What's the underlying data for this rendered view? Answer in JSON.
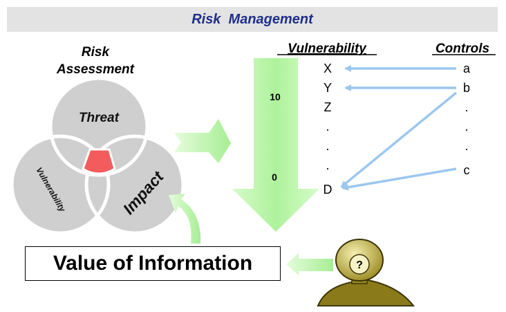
{
  "title": "Risk  Management",
  "risk_assessment": {
    "line1": "Risk",
    "line2": "Assessment"
  },
  "venn": {
    "threat": "Threat",
    "vulnerability": "Vulnerability",
    "impact": "Impact"
  },
  "columns": {
    "vulnerability": "Vulnerability",
    "controls": "Controls"
  },
  "scale": {
    "high": "10",
    "low": "0"
  },
  "vulnerability_items": [
    "X",
    "Y",
    "Z",
    ".",
    ".",
    ".",
    "D"
  ],
  "control_items": [
    "a",
    "b",
    ".",
    ".",
    ".",
    "c"
  ],
  "value_box": "Value of Information",
  "person_mark": "?",
  "colors": {
    "arrow_green": "#b8f5a8",
    "link_blue": "#9cc7ef",
    "venn_gray": "#cfcfcf",
    "core_red": "#f25c5c",
    "title_text": "#1f2f8a",
    "title_bar": "#e3e3e3",
    "figure": "#8a7a1a"
  }
}
